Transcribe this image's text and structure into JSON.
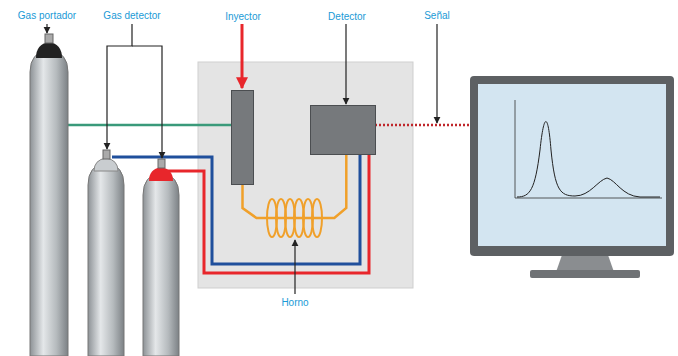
{
  "diagram": {
    "nodes": [
      {
        "text": [
          "Inyector"
        ]
      },
      {
        "text": [
          "Detector"
        ]
      }
    ],
    "edges": [
      {
        "from": 0,
        "to": 1,
        "arrow": "none"
      }
    ],
    "labels": [
      "Gas portador",
      "Gas detector",
      "Señal",
      "Horno"
    ]
  }
}
